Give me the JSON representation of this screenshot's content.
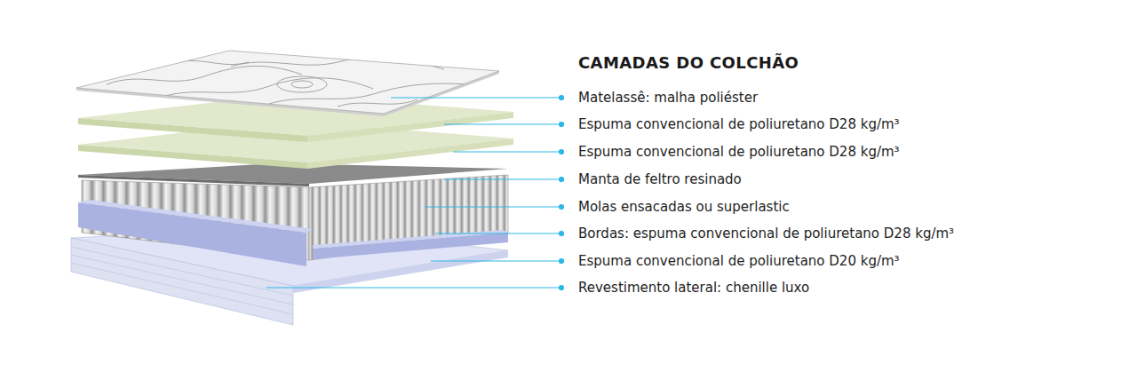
{
  "diagram": {
    "title": "CAMADAS DO COLCHÃO",
    "labels": [
      "Matelassê: malha poliéster",
      "Espuma convencional de poliuretano D28 kg/m³",
      "Espuma convencional de poliuretano D28 kg/m³",
      "Manta de feltro resinado",
      "Molas ensacadas ou superlastic",
      "Bordas: espuma convencional de poliuretano D28 kg/m³",
      "Espuma convencional de poliuretano D20 kg/m³",
      "Revestimento lateral: chenille luxo"
    ]
  }
}
